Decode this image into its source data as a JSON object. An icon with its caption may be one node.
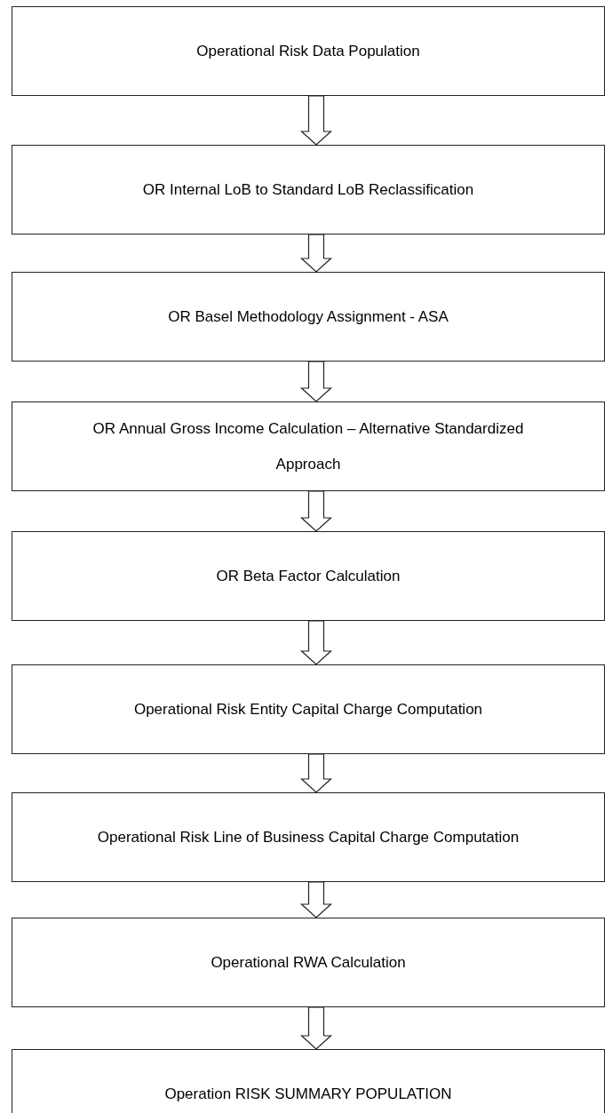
{
  "diagram": {
    "nodes": [
      {
        "text": [
          "Operational Risk Data Population"
        ]
      },
      {
        "text": [
          "OR Internal LoB to Standard LoB Reclassification"
        ]
      },
      {
        "text": [
          "OR Basel Methodology Assignment - ASA"
        ]
      },
      {
        "text": [
          "OR Annual Gross Income Calculation – Alternative Standardized Approach"
        ]
      },
      {
        "text": [
          "OR Beta Factor Calculation"
        ]
      },
      {
        "text": [
          "Operational Risk Entity Capital Charge Computation"
        ]
      },
      {
        "text": [
          "Operational Risk Line of Business Capital Charge Computation"
        ]
      },
      {
        "text": [
          "Operational RWA Calculation"
        ]
      },
      {
        "text": [
          "Operation RISK SUMMARY POPULATION"
        ]
      }
    ],
    "edges": [
      {
        "from": 0,
        "to": 1,
        "arrow": "to"
      },
      {
        "from": 1,
        "to": 2,
        "arrow": "to"
      },
      {
        "from": 2,
        "to": 3,
        "arrow": "to"
      },
      {
        "from": 3,
        "to": 4,
        "arrow": "to"
      },
      {
        "from": 4,
        "to": 5,
        "arrow": "to"
      },
      {
        "from": 5,
        "to": 6,
        "arrow": "to"
      },
      {
        "from": 6,
        "to": 7,
        "arrow": "to"
      },
      {
        "from": 7,
        "to": 8,
        "arrow": "to"
      }
    ]
  }
}
